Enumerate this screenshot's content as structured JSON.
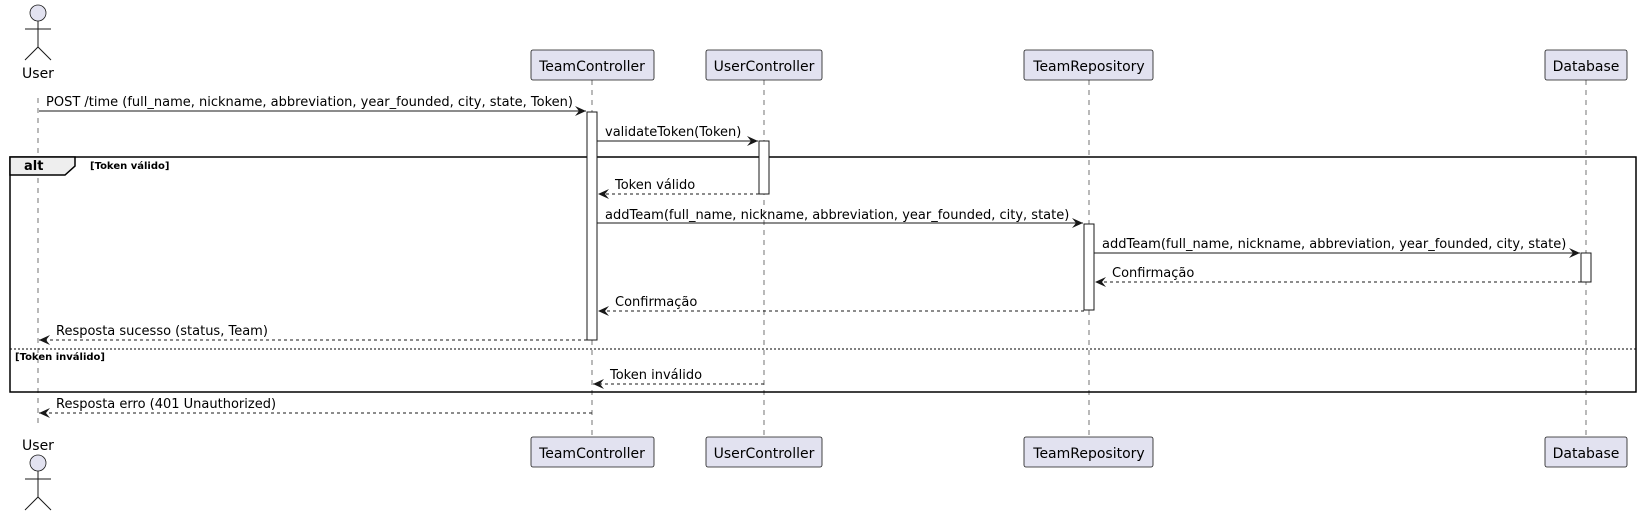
{
  "participants": {
    "user": "User",
    "team_controller": "TeamController",
    "user_controller": "UserController",
    "team_repository": "TeamRepository",
    "database": "Database"
  },
  "messages": {
    "m1": "POST /time (full_name, nickname, abbreviation, year_founded, city, state, Token)",
    "m2": "validateToken(Token)",
    "m3": "Token válido",
    "m4": "addTeam(full_name, nickname, abbreviation, year_founded, city, state)",
    "m5": "addTeam(full_name, nickname, abbreviation, year_founded, city, state)",
    "m6": "Confirmação",
    "m7": "Confirmação",
    "m8": "Resposta sucesso (status, Team)",
    "m9": "Token inválido",
    "m10": "Resposta erro (401 Unauthorized)"
  },
  "fragment": {
    "keyword": "alt",
    "guard_1": "[Token válido]",
    "guard_2": "[Token inválido]"
  },
  "colors": {
    "participant_fill": "#E2E2F0",
    "participant_stroke": "#181818",
    "activation_fill": "#FFFFFF",
    "fragment_header_fill": "#EEEEEE"
  }
}
